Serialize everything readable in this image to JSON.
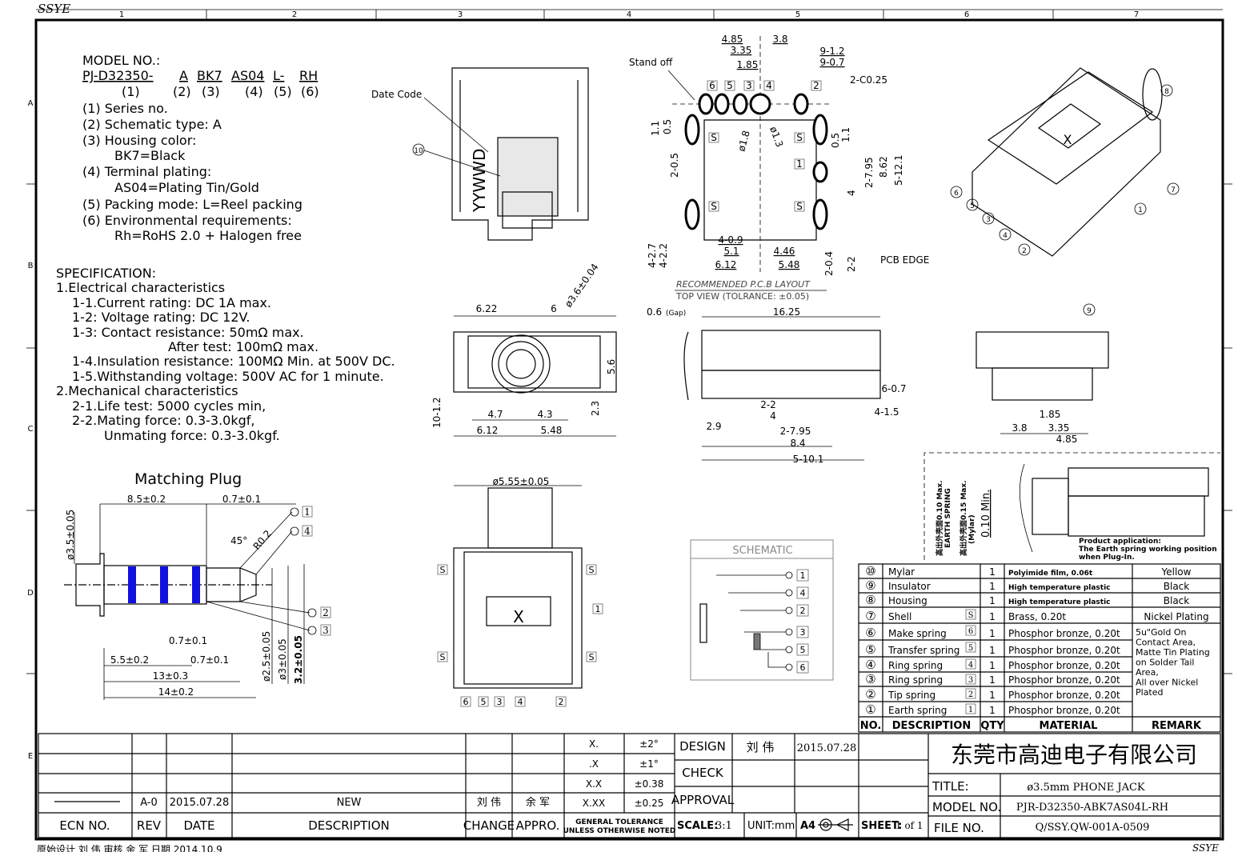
{
  "border": {
    "brand": "SSYE",
    "brand_bottom": "SSYE",
    "columns": [
      "1",
      "2",
      "3",
      "4",
      "5",
      "6",
      "7"
    ],
    "rows": [
      "A",
      "B",
      "C",
      "D",
      "E"
    ]
  },
  "model": {
    "heading": "MODEL NO.:",
    "code": [
      "PJ-D32350-",
      "A",
      "BK7",
      "AS04",
      "L-",
      "RH"
    ],
    "indices": [
      "(1)",
      "(2)",
      "(3)",
      "(4)",
      "(5)",
      "(6)"
    ],
    "lines": [
      "(1)  Series no.",
      "(2)  Schematic type:  A",
      "(3)  Housing color:",
      "BK7=Black",
      "(4)  Terminal plating:",
      "AS04=Plating Tin/Gold",
      "(5)  Packing mode: L=Reel packing",
      "(6)  Environmental requirements:",
      "Rh=RoHS 2.0  +  Halogen free"
    ]
  },
  "specification": {
    "heading": "SPECIFICATION:",
    "lines": [
      "1.Electrical characteristics",
      "1-1.Current rating: DC 1A max.",
      "1-2: Voltage rating: DC 12V.",
      "1-3: Contact resistance: 50mΩ max.",
      "After test: 100mΩ max.",
      "1-4.Insulation resistance: 100MΩ Min. at 500V DC.",
      "1-5.Withstanding voltage: 500V AC for 1 minute.",
      "2.Mechanical characteristics",
      "2-1.Life test: 5000 cycles min,",
      "2-2.Mating force: 0.3-3.0kgf,",
      "Unmating force: 0.3-3.0kgf."
    ]
  },
  "plug": {
    "title": "Matching Plug",
    "dims": [
      "8.5±0.2",
      "0.7±0.1",
      "ø3.5±0.05",
      "45°",
      "R0.2",
      "0.7±0.1",
      "5.5±0.2",
      "0.7±0.1",
      "13±0.3",
      "14±0.2",
      "ø2.5±0.05",
      "ø3±0.05",
      "3.2±0.05"
    ],
    "callouts": [
      "1",
      "4",
      "2",
      "3"
    ],
    "band_color": "#1010e0"
  },
  "date_code_view": {
    "label": "Date Code",
    "code": "YYWWD",
    "callout": "10"
  },
  "pcb_layout": {
    "stand_off": "Stand off",
    "pcb_edge": "PCB EDGE",
    "title": "RECOMMENDED P.C.B LAYOUT",
    "subtitle": "TOP VIEW (TOLRANCE: ±0.05)",
    "dims": [
      "4.85",
      "3.8",
      "3.35",
      "1.85",
      "9-1.2",
      "9-0.7",
      "2-C0.25",
      "1.1",
      "0.5",
      "ø1.8",
      "ø1.3",
      "0.5",
      "1.1",
      "2-0.5",
      "2-7.95",
      "8.62",
      "5-12.1",
      "4",
      "4-0.9",
      "5.1",
      "4.46",
      "6.12",
      "5.48",
      "4-2.7",
      "4-2.2",
      "2-0.4",
      "2-2"
    ],
    "pins": [
      "6",
      "5",
      "3",
      "4",
      "2",
      "S",
      "S",
      "1",
      "S",
      "S"
    ]
  },
  "front_view": {
    "dims": [
      "6.22",
      "6",
      "ø3.6±0.04",
      "5.6",
      "10-1.2",
      "2.3",
      "4.7",
      "4.3",
      "6.12",
      "5.48"
    ]
  },
  "side_view": {
    "dims": [
      "0.6",
      "(Gap)",
      "16.25",
      "6-0.7",
      "4-1.5",
      "2-2",
      "4",
      "2.9",
      "2-7.95",
      "8.4",
      "5-10.1"
    ]
  },
  "right_view": {
    "callout": "9",
    "dims": [
      "1.85",
      "3.8",
      "3.35",
      "4.85"
    ]
  },
  "iso_view": {
    "mark": "X",
    "callouts": [
      "8",
      "7",
      "1",
      "2",
      "4",
      "3",
      "5",
      "6"
    ]
  },
  "bottom_view": {
    "dim": "ø5.55±0.05",
    "mark": "X",
    "pins": [
      "6",
      "5",
      "3",
      "4",
      "2"
    ],
    "side_pins": [
      "S",
      "S",
      "S",
      "S",
      "1"
    ]
  },
  "schematic": {
    "title": "SCHEMATIC",
    "pins": [
      "1",
      "4",
      "2",
      "3",
      "5",
      "6"
    ]
  },
  "detail": {
    "earth_label": "高出外壳面0.10 Max.",
    "earth_sub": "EARTH SPRING",
    "mylar_label": "高出外壳面0.15 Max.",
    "mylar_sub": "(Mylar)",
    "min_label": "0.10 Min.",
    "note_title": "Product application:",
    "note_line1": "The  Earth spring working position",
    "note_line2": "when Plug-In."
  },
  "bom": {
    "headers": [
      "NO.",
      "DESCRIPTION",
      "QTY",
      "MATERIAL",
      "REMARK"
    ],
    "rows": [
      {
        "no": "⑩",
        "desc": "Mylar",
        "pin": "",
        "qty": "1",
        "material": "Polyimide film, 0.06t",
        "remark": "Yellow"
      },
      {
        "no": "⑨",
        "desc": "Insulator",
        "pin": "",
        "qty": "1",
        "material": "High temperature plastic",
        "remark": "Black"
      },
      {
        "no": "⑧",
        "desc": "Housing",
        "pin": "",
        "qty": "1",
        "material": "High temperature plastic",
        "remark": "Black"
      },
      {
        "no": "⑦",
        "desc": "Shell",
        "pin": "S",
        "qty": "1",
        "material": "Brass, 0.20t",
        "remark": "Nickel Plating"
      },
      {
        "no": "⑥",
        "desc": "Make spring",
        "pin": "6",
        "qty": "1",
        "material": "Phosphor bronze, 0.20t",
        "remark": ""
      },
      {
        "no": "⑤",
        "desc": "Transfer spring",
        "pin": "5",
        "qty": "1",
        "material": "Phosphor bronze, 0.20t",
        "remark": ""
      },
      {
        "no": "④",
        "desc": "Ring spring",
        "pin": "4",
        "qty": "1",
        "material": "Phosphor bronze, 0.20t",
        "remark": ""
      },
      {
        "no": "③",
        "desc": "Ring spring",
        "pin": "3",
        "qty": "1",
        "material": "Phosphor bronze, 0.20t",
        "remark": ""
      },
      {
        "no": "②",
        "desc": "Tip spring",
        "pin": "2",
        "qty": "1",
        "material": "Phosphor bronze, 0.20t",
        "remark": ""
      },
      {
        "no": "①",
        "desc": "Earth spring",
        "pin": "1",
        "qty": "1",
        "material": "Phosphor bronze, 0.20t",
        "remark": ""
      }
    ],
    "shared_remark": [
      "5u\"Gold On",
      "Contact Area,",
      "Matte Tin Plating",
      "on Solder Tail",
      "Area,",
      "All over Nickel",
      "Plated"
    ]
  },
  "revision": {
    "headers": [
      "ECN NO.",
      "REV",
      "DATE",
      "DESCRIPTION",
      "CHANGE",
      "APPRO."
    ],
    "row": {
      "ecn": "———",
      "rev": "A-0",
      "date": "2015.07.28",
      "description": "NEW",
      "change": "刘 伟",
      "appro": "余 军"
    }
  },
  "tolerance": {
    "rows": [
      [
        "X.",
        "±2°"
      ],
      [
        ".X",
        "±1°"
      ],
      [
        "X.X",
        "±0.38"
      ],
      [
        "X.XX",
        "±0.25"
      ]
    ],
    "caption1": "GENERAL TOLERANCE",
    "caption2": "UNLESS OTHERWISE NOTED"
  },
  "signoff": {
    "design_label": "DESIGN",
    "design_name": "刘 伟",
    "design_date": "2015.07.28",
    "check_label": "CHECK",
    "approval_label": "APPROVAL",
    "scale_label": "SCALE:",
    "scale": "3:1",
    "unit": "UNIT:mm",
    "paper": "A4",
    "sheet_label": "SHEET:",
    "sheet": "1 of 1"
  },
  "title_block": {
    "company": "东莞市高迪电子有限公司",
    "title_label": "TITLE:",
    "title": "ø3.5mm PHONE JACK",
    "model_label": "MODEL NO.",
    "model": "PJR-D32350-ABK7AS04L-RH",
    "file_label": "FILE NO.",
    "file": "Q/SSY.QW-001A-0509"
  },
  "footer_note": "原始设计   刘 伟    审核   余 军    日期   2014.10.9"
}
